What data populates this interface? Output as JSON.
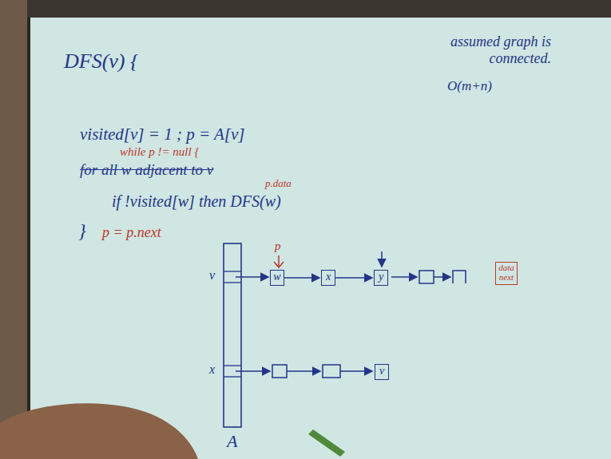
{
  "diagram": {
    "nodes": [
      {
        "text": [
          "w"
        ]
      },
      {
        "text": [
          "x"
        ]
      },
      {
        "text": [
          "y"
        ]
      },
      {
        "text": [
          "data",
          "next"
        ]
      },
      {
        "text": [
          "v"
        ]
      }
    ],
    "edges": [
      {
        "from": 0,
        "to": 1,
        "arrow": "to"
      },
      {
        "from": 1,
        "to": 2,
        "arrow": "to"
      }
    ],
    "labels": [
      "DFS(v) {",
      "assumed graph is connected.",
      "O(m+n)",
      "visited[v] = 1 ; p = A[v]",
      "while p != null {",
      "for all w adjacent to v",
      "p.data",
      "if !visited[w] then DFS(w)",
      "}",
      "p = p.next",
      "p",
      "v",
      "x",
      "A"
    ]
  }
}
